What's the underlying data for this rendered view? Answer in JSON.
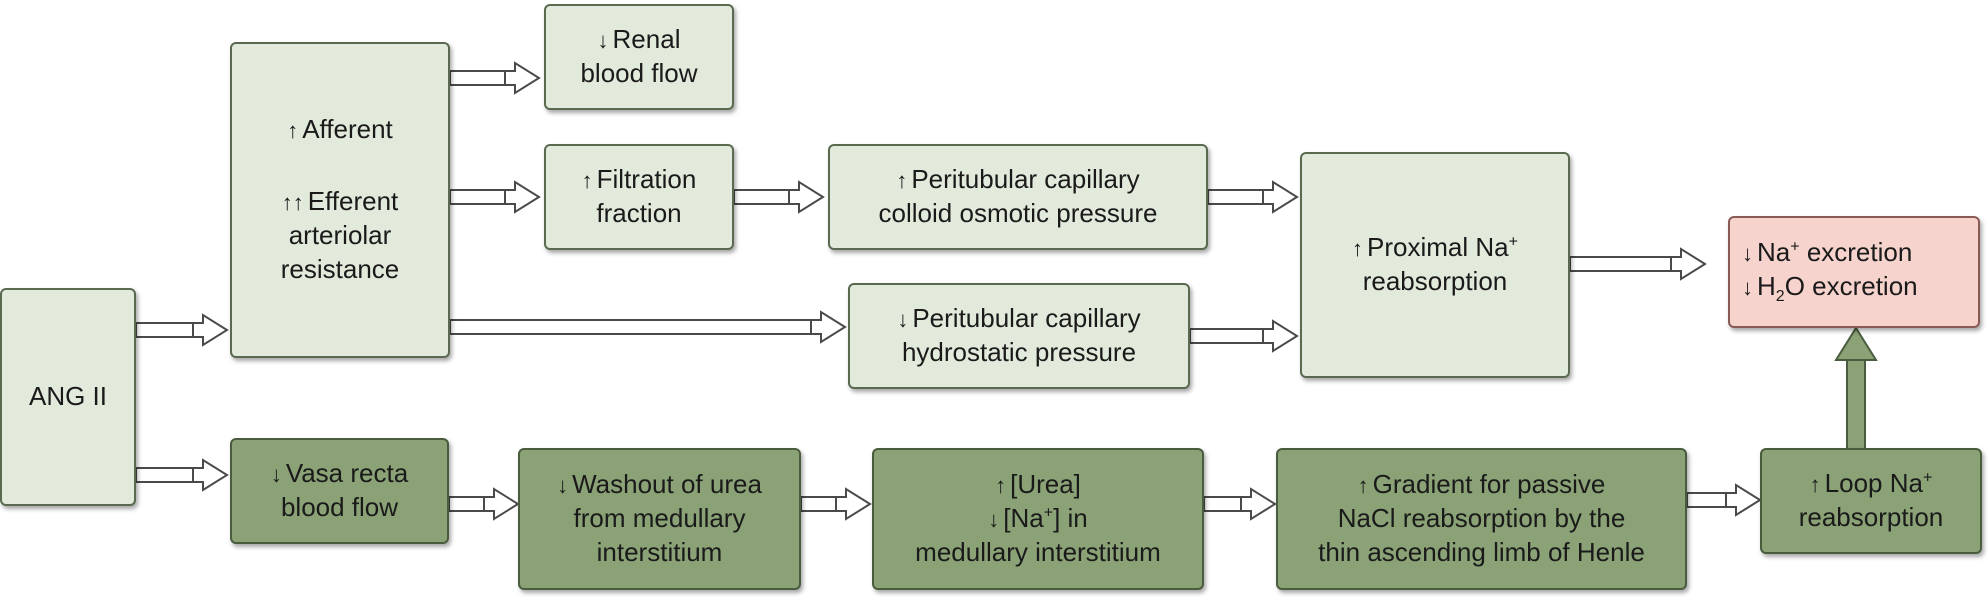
{
  "up_arrow": "↑",
  "down_arrow": "↓",
  "nodes": {
    "ang": {
      "label": "ANG II"
    },
    "resistance": {
      "line1": "Afferent",
      "line2": "Efferent",
      "line3": "arteriolar",
      "line4": "resistance"
    },
    "renal_flow": {
      "line1": "Renal",
      "line2": "blood flow"
    },
    "filtration": {
      "line1": "Filtration",
      "line2": "fraction"
    },
    "colloid": {
      "line1": "Peritubular capillary",
      "line2": "colloid osmotic pressure"
    },
    "hydrostatic": {
      "line1": "Peritubular capillary",
      "line2": "hydrostatic pressure"
    },
    "proximal": {
      "line1": "Proximal Na",
      "line1_sup": "+",
      "line2": "reabsorption"
    },
    "excretion": {
      "line1_pre": "Na",
      "line1_sup": "+",
      "line1_post": " excretion",
      "line2_pre": "H",
      "line2_sub": "2",
      "line2_post": "O excretion"
    },
    "vasa": {
      "line1": "Vasa recta",
      "line2": "blood flow"
    },
    "washout": {
      "line1": "Washout of urea",
      "line2": "from medullary",
      "line3": "interstitium"
    },
    "urea": {
      "line1": "[Urea]",
      "line2_pre": "[Na",
      "line2_sup": "+",
      "line2_post": "] in",
      "line3": "medullary interstitium"
    },
    "gradient": {
      "line1": "Gradient for passive",
      "line2": "NaCl reabsorption by the",
      "line3": "thin ascending limb of Henle"
    },
    "loop": {
      "line1": "Loop Na",
      "line1_sup": "+",
      "line2": "reabsorption"
    }
  },
  "colors": {
    "light_fill": "#e2eadc",
    "dark_fill": "#8aa276",
    "excretion_fill": "#f6d3cd",
    "arrow_fill": "#ffffff",
    "arrow_stroke": "#4a4a4a"
  }
}
